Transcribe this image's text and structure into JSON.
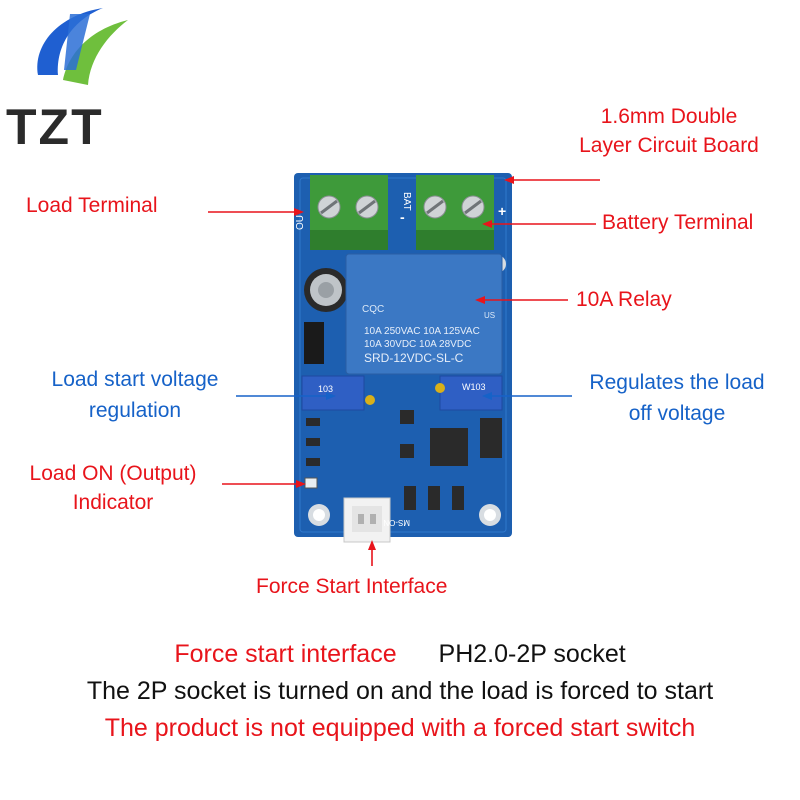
{
  "logo": {
    "text": "TZT",
    "colors": {
      "blue": "#1f5fd1",
      "green": "#6fbf3d",
      "text": "#2b2b2b"
    }
  },
  "board": {
    "silkscreen": {
      "relay_brand": "CQC",
      "relay_mark": "US",
      "relay_line1": "10A 250VAC  10A 125VAC",
      "relay_line2": "10A  30VDC  10A  28VDC",
      "relay_model": "SRD-12VDC-SL-C",
      "pot_left": "103",
      "pot_right": "W103",
      "connector_label": "MS-ON",
      "bat_label": "BAT",
      "out_label": "OUT",
      "plus": "+",
      "minus": "-"
    },
    "colors": {
      "pcb": "#1d5fb0",
      "terminal": "#3e9a3a",
      "relay": "#3b78c4",
      "connector": "#f2f2f2"
    }
  },
  "labels": {
    "load_terminal": "Load Terminal",
    "double_layer_line1": "1.6mm Double",
    "double_layer_line2": "Layer Circuit Board",
    "battery_terminal": "Battery Terminal",
    "relay": "10A Relay",
    "start_voltage_line1": "Load start voltage",
    "start_voltage_line2": "regulation",
    "off_voltage_line1": "Regulates the load",
    "off_voltage_line2": "off voltage",
    "indicator_line1": "Load ON (Output)",
    "indicator_line2": "Indicator",
    "force_start": "Force Start Interface"
  },
  "captions": {
    "line1_red": "Force start interface",
    "line1_black": "PH2.0-2P socket",
    "line2": "The 2P socket is turned on and the load is forced to start",
    "line3": "The product is not equipped with a forced start switch"
  }
}
